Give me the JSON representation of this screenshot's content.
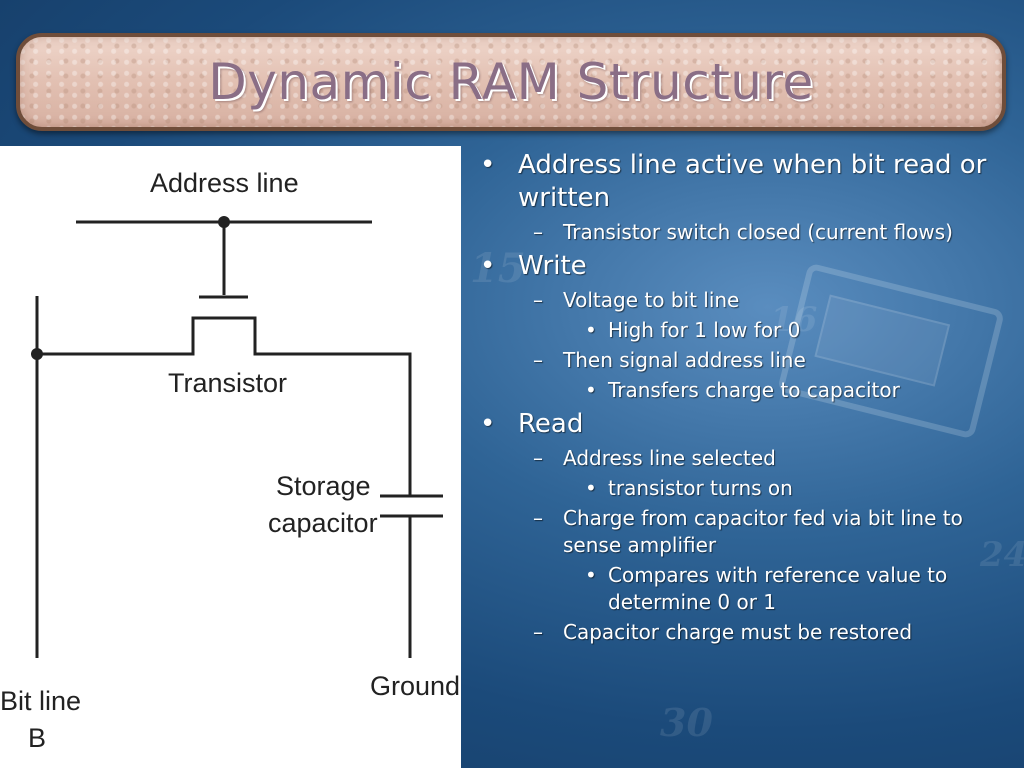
{
  "slide": {
    "title": "Dynamic RAM Structure"
  },
  "diagram": {
    "labels": {
      "address_line": "Address line",
      "transistor": "Transistor",
      "storage": "Storage",
      "capacitor": "capacitor",
      "ground": "Ground",
      "bit_line": "Bit line",
      "b": "B"
    }
  },
  "bullets": [
    {
      "level": 1,
      "marker": "•",
      "text": "Address line active when bit read or written"
    },
    {
      "level": 2,
      "marker": "–",
      "text": "Transistor switch closed (current flows)"
    },
    {
      "level": 1,
      "marker": "•",
      "text": "Write"
    },
    {
      "level": 2,
      "marker": "–",
      "text": "Voltage to bit line"
    },
    {
      "level": 3,
      "marker": "•",
      "text": "High for 1 low for 0"
    },
    {
      "level": 2,
      "marker": "–",
      "text": "Then signal address line"
    },
    {
      "level": 3,
      "marker": "•",
      "text": "Transfers charge to capacitor"
    },
    {
      "level": 1,
      "marker": "•",
      "text": "Read"
    },
    {
      "level": 2,
      "marker": "–",
      "text": "Address line selected"
    },
    {
      "level": 3,
      "marker": "•",
      "text": "transistor turns on"
    },
    {
      "level": 2,
      "marker": "–",
      "text": "Charge from capacitor fed via bit line to sense amplifier"
    },
    {
      "level": 3,
      "marker": "•",
      "text": "Compares with reference value to determine 0 or 1"
    },
    {
      "level": 2,
      "marker": "–",
      "text": "Capacitor charge must be restored"
    }
  ]
}
